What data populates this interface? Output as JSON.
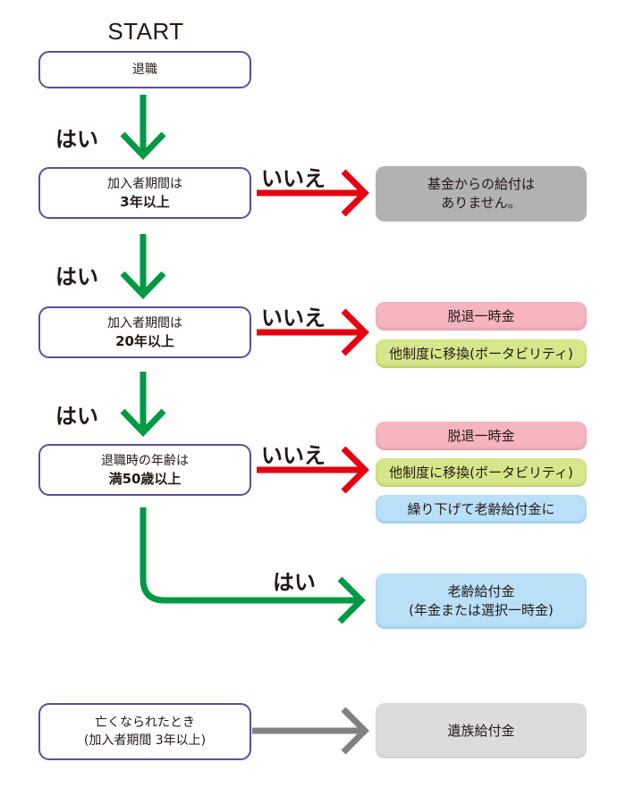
{
  "start_label": "START",
  "colors": {
    "yes_arrow": "#009944",
    "no_arrow": "#e60012",
    "neutral_arrow": "#808080",
    "question_border": "#5a4e9e"
  },
  "nodes": {
    "retire": "退職",
    "q1": {
      "line1": "加入者期間は",
      "line2": "3年以上"
    },
    "q2": {
      "line1": "加入者期間は",
      "line2": "20年以上"
    },
    "q3": {
      "line1": "退職時の年齢は",
      "line2": "満50歳以上"
    },
    "death": {
      "line1": "亡くなられたとき",
      "line2": "(加入者期間 3年以上)"
    }
  },
  "outcomes": {
    "no_benefit": {
      "line1": "基金からの給付は",
      "line2": "ありません。"
    },
    "q2_no": [
      "脱退一時金",
      "他制度に移換(ポータビリティ)"
    ],
    "q3_no": [
      "脱退一時金",
      "他制度に移換(ポータビリティ)",
      "繰り下げて老齢給付金に"
    ],
    "old_age": {
      "line1": "老齢給付金",
      "line2": "(年金または選択一時金)"
    },
    "survivor": "遺族給付金"
  },
  "labels": {
    "yes": "はい",
    "no": "いいえ"
  }
}
